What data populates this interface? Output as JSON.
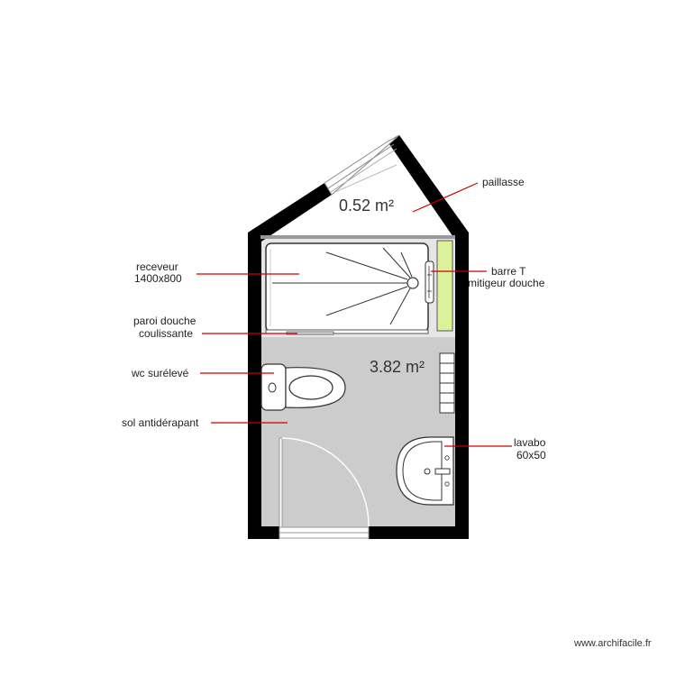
{
  "plan": {
    "areas": {
      "upper_room": "0.52 m²",
      "main_room": "3.82 m²"
    },
    "labels": {
      "paillasse": "paillasse",
      "receveur_line1": "receveur",
      "receveur_line2": "1400x800",
      "barre_line1": "barre T",
      "barre_line2": "mitigeur douche",
      "paroi_line1": "paroi douche",
      "paroi_line2": "coulissante",
      "wc": "wc surélevé",
      "sol": "sol antidérapant",
      "lavabo_line1": "lavabo",
      "lavabo_line2": "60x50"
    },
    "credit": "www.archifacile.fr",
    "colors": {
      "wall": "#000000",
      "floor": "#cccccc",
      "leader": "#cc0000",
      "grab_bar": "#ddf09a"
    }
  }
}
